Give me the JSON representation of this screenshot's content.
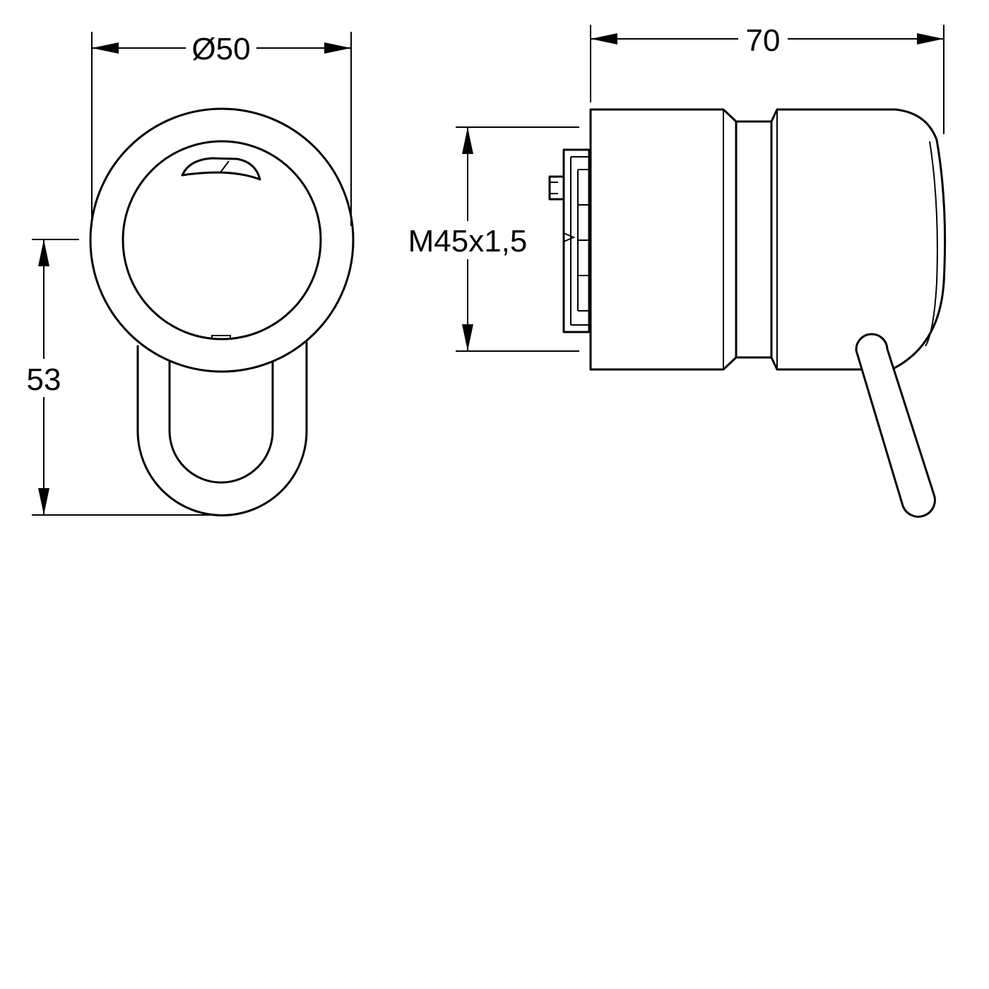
{
  "dimensions": {
    "diameter": "Ø50",
    "height": "53",
    "length": "70",
    "thread": "M45x1,5"
  },
  "colors": {
    "line": "#000000",
    "background": "#ffffff"
  }
}
